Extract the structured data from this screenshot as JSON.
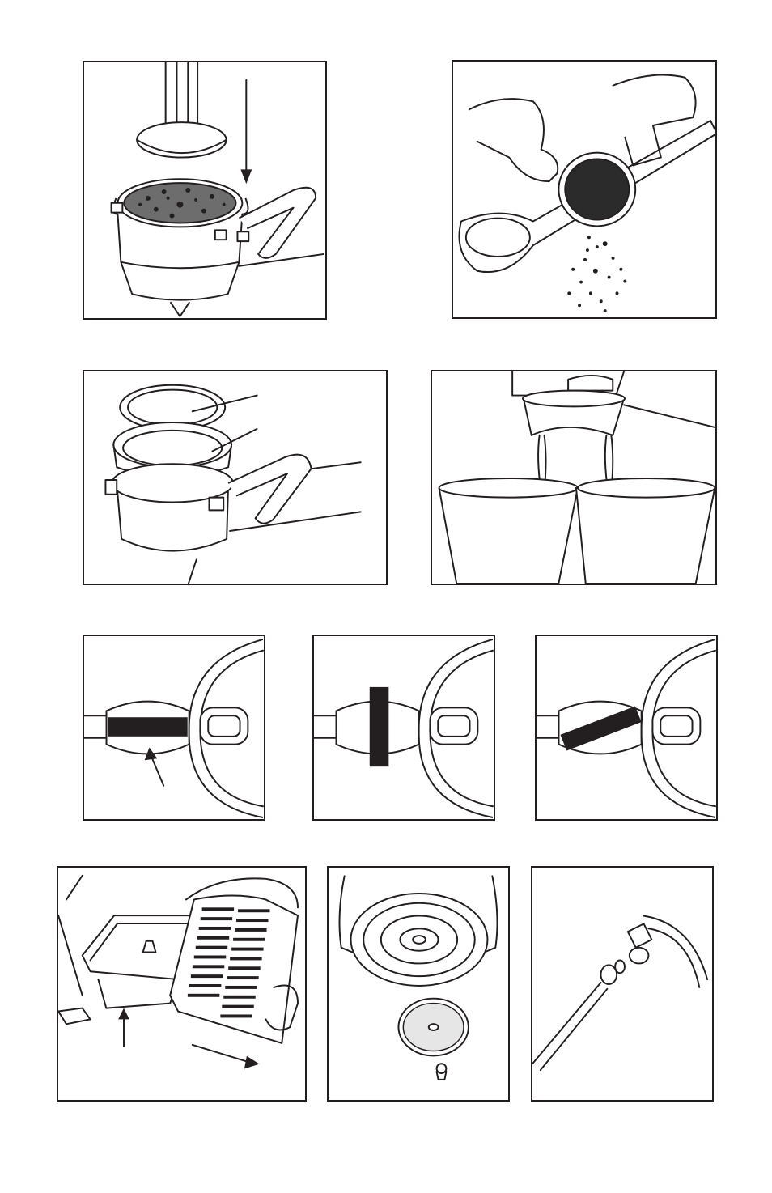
{
  "page": {
    "type": "instruction-manual-illustrations",
    "rows": 4,
    "panel_count": 11,
    "colors": {
      "ink": "#231f20",
      "paper": "#ffffff"
    }
  },
  "panels": [
    {
      "id": 1,
      "subject": "tamper-pressing-coffee-in-filter-holder"
    },
    {
      "id": 2,
      "subject": "locking-clip-holding-filter-while-tapping-grounds"
    },
    {
      "id": 3,
      "subject": "filter-basket-and-disk-in-holder"
    },
    {
      "id": 4,
      "subject": "espresso-pouring-into-two-cups"
    },
    {
      "id": 5,
      "subject": "selector-position-horizontal"
    },
    {
      "id": 6,
      "subject": "selector-position-vertical"
    },
    {
      "id": 7,
      "subject": "selector-position-diagonal"
    },
    {
      "id": 8,
      "subject": "removing-drip-tray-grid"
    },
    {
      "id": 9,
      "subject": "brew-head-shower-screen-and-screw"
    },
    {
      "id": 10,
      "subject": "steam-nozzle-detached"
    }
  ]
}
